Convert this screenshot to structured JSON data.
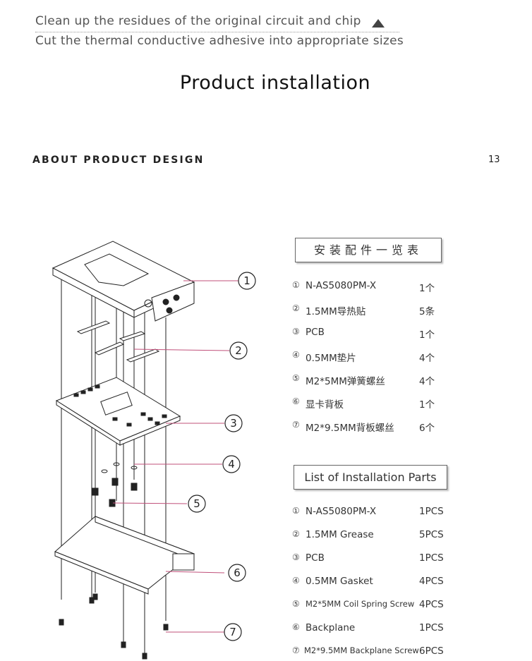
{
  "header": {
    "line1": "Clean up the residues of the original circuit and chip",
    "line2": "Cut the thermal conductive adhesive into appropriate sizes"
  },
  "section_title": "Product installation",
  "running_head": "ABOUT PRODUCT DESIGN",
  "page_number": "13",
  "diagram": {
    "callouts": [
      "1",
      "2",
      "3",
      "4",
      "5",
      "6",
      "7"
    ]
  },
  "cn_list": {
    "title": "安装配件一览表",
    "items": [
      {
        "num": "①",
        "name": "N-AS5080PM-X",
        "qty": "1个"
      },
      {
        "num": "②",
        "name": "1.5MM导热贴",
        "qty": "5条"
      },
      {
        "num": "③",
        "name": "PCB",
        "qty": "1个"
      },
      {
        "num": "④",
        "name": "0.5MM垫片",
        "qty": "4个"
      },
      {
        "num": "⑤",
        "name": "M2*5MM弹簧螺丝",
        "qty": "4个"
      },
      {
        "num": "⑥",
        "name": "显卡背板",
        "qty": "1个"
      },
      {
        "num": "⑦",
        "name": "M2*9.5MM背板螺丝",
        "qty": "6个"
      }
    ]
  },
  "en_list": {
    "title": "List of Installation Parts",
    "items": [
      {
        "num": "①",
        "name": "N-AS5080PM-X",
        "qty": "1PCS"
      },
      {
        "num": "②",
        "name": "1.5MM Grease",
        "qty": "5PCS"
      },
      {
        "num": "③",
        "name": "PCB",
        "qty": "1PCS"
      },
      {
        "num": "④",
        "name": "0.5MM Gasket",
        "qty": "4PCS"
      },
      {
        "num": "⑤",
        "name": "M2*5MM Coil Spring Screw",
        "qty": "4PCS"
      },
      {
        "num": "⑥",
        "name": "Backplane",
        "qty": "1PCS"
      },
      {
        "num": "⑦",
        "name": "M2*9.5MM Backplane Screw",
        "qty": "6PCS"
      }
    ]
  },
  "colors": {
    "leader_line": "#c0507a",
    "text": "#222222"
  }
}
